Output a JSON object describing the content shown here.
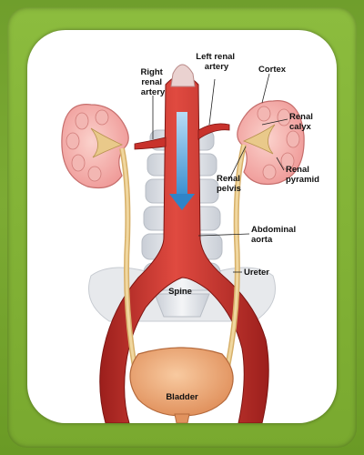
{
  "labels": {
    "right_renal_artery": [
      "Right",
      "renal",
      "artery"
    ],
    "left_renal_artery": [
      "Left renal",
      "artery"
    ],
    "cortex": [
      "Cortex"
    ],
    "renal_calyx": [
      "Renal",
      "calyx"
    ],
    "renal_pyramid": [
      "Renal",
      "pyramid"
    ],
    "renal_pelvis": [
      "Renal",
      "pelvis"
    ],
    "abdominal_aorta": [
      "Abdominal",
      "aorta"
    ],
    "ureter": [
      "Ureter"
    ],
    "spine": [
      "Spine"
    ],
    "bladder": [
      "Bladder"
    ]
  },
  "colors": {
    "kidney": "#f4a8a8",
    "artery": "#c8322c",
    "ureter": "#e9c98a",
    "spine": "#dfe2e6",
    "bladder": "#f2b07e",
    "flow_arrow": "#5aa8e0",
    "background": "#79a92f"
  }
}
